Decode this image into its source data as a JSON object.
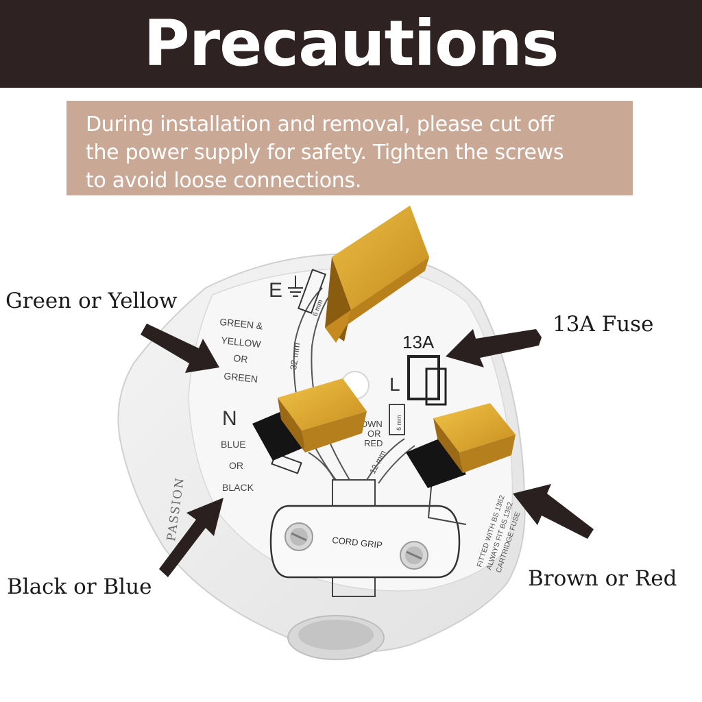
{
  "header": {
    "title": "Precautions"
  },
  "notice": {
    "lines": [
      "During installation and removal, please cut off",
      "the power supply for safety. Tighten the screws",
      "to avoid loose connections."
    ]
  },
  "callouts": {
    "earth": "Green or Yellow",
    "fuse": "13A Fuse",
    "neutral": "Black or Blue",
    "live": "Brown or Red"
  },
  "plug": {
    "earth_symbol": "E",
    "earth_wire_lines": [
      "GREEN &",
      "YELLOW",
      "OR",
      "GREEN"
    ],
    "earth_length": "32 mm",
    "earth_strip": "6 mm",
    "fuse_rating": "13A",
    "live_symbol": "L",
    "live_wire_lines": [
      "OWN",
      "OR",
      "RED"
    ],
    "live_length": "12 mm",
    "live_strip": "6 mm",
    "neutral_symbol": "N",
    "neutral_wire_lines": [
      "BLUE",
      "OR",
      "BLACK"
    ],
    "cord_grip": "CORD GRIP",
    "fuse_note_lines": [
      "FITTED WITH BS 1362",
      "ALWAYS FIT BS 1362",
      "CARTRIDGE FUSE"
    ],
    "brand": "PASSION"
  },
  "colors": {
    "header_bg": "#2f2222",
    "notice_bg": "#c9a896",
    "brass": "#d9a531",
    "arrow": "#2a2020"
  }
}
